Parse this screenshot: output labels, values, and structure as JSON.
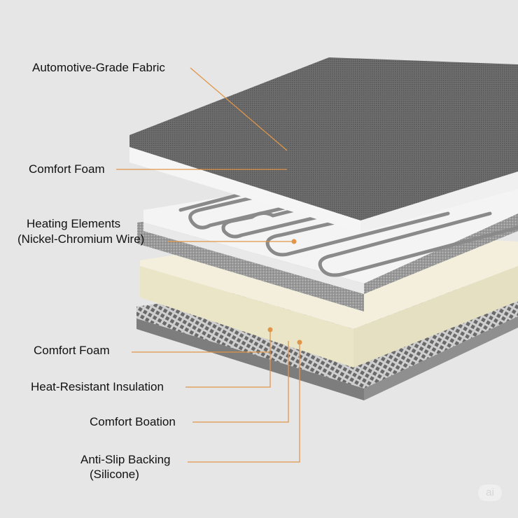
{
  "labels": {
    "fabric": "Automotive-Grade Fabric",
    "comfort_foam_top": "Comfort Foam",
    "heating_line1": "Heating Elements",
    "heating_line2": "(Nickel-Chromium Wire)",
    "comfort_foam_bottom": "Comfort Foam",
    "insulation": "Heat-Resistant Insulation",
    "boation": "Comfort Boation",
    "backing_line1": "Anti-Slip Backing",
    "backing_line2": "(Silicone)"
  },
  "badge": "ai",
  "colors": {
    "background": "#e6e6e6",
    "leader": "#e0964a",
    "fabric": "#6b6b6b",
    "foam": "#f2f2f2",
    "cream_foam": "#eee9d2",
    "mesh": "#8a8a8a"
  }
}
